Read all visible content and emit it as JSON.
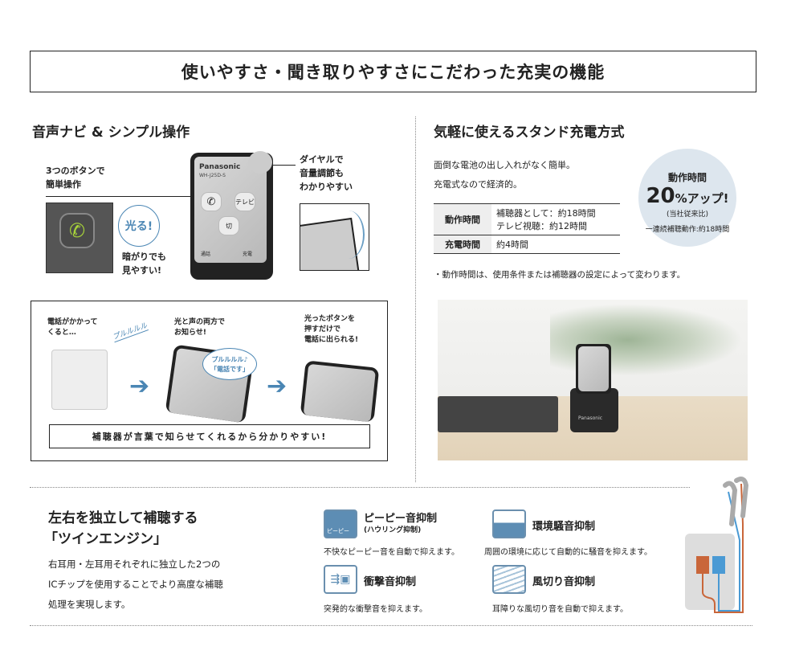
{
  "header": {
    "title": "使いやすさ・聞き取りやすさにこだわった充実の機能"
  },
  "voice_navi": {
    "title": "音声ナビ & シンプル操作",
    "buttons_caption": [
      "3つのボタンで",
      "簡単操作"
    ],
    "glow_bubble": "光る!",
    "dark_caption": [
      "暗がりでも",
      "見やすい!"
    ],
    "dial_caption": [
      "ダイヤルで",
      "音量調節も",
      "わかりやすい"
    ],
    "device": {
      "brand": "Panasonic",
      "model": "WH-J25D-S",
      "btn_tv": "テレビ",
      "btn_off": "切",
      "label_call": "通話",
      "label_charge": "充電"
    },
    "story": {
      "step1": [
        "電話がかかって",
        "くると…"
      ],
      "ring_sound": "プルルルル",
      "step2": [
        "光と声の両方で",
        "お知らせ!"
      ],
      "voice_bubble": [
        "プルルルル♪",
        "「電話です」"
      ],
      "step3": [
        "光ったボタンを",
        "押すだけで",
        "電話に出られる!"
      ],
      "summary": "補聴器が言葉で知らせてくれるから分かりやすい!"
    }
  },
  "charging": {
    "title": "気軽に使えるスタンド充電方式",
    "desc": [
      "面倒な電池の出し入れがなく簡単。",
      "充電式なので経済的。"
    ],
    "table": [
      {
        "label": "動作時間",
        "values": [
          "補聴器として：約18時間",
          "テレビ視聴：約12時間"
        ]
      },
      {
        "label": "充電時間",
        "values": [
          "約4時間"
        ]
      }
    ],
    "note": "・動作時間は、使用条件または補聴器の設定によって変わります。",
    "badge": {
      "line1": "動作時間",
      "big": "20",
      "rest": "%アップ!",
      "line3": "(当社従来比)",
      "line4": "一連続補聴動作:約18時間"
    },
    "photo_brand": "Panasonic"
  },
  "twin_engine": {
    "title1": "左右を独立して補聴する",
    "title2": "「ツインエンジン」",
    "desc": [
      "右耳用・左耳用それぞれに独立した2つの",
      "ICチップを使用することでより高度な補聴",
      "処理を実現します。"
    ]
  },
  "features": [
    {
      "icon": "beep-icon",
      "icon_text": "ピーピー",
      "title": "ピーピー音抑制",
      "subtitle": "(ハウリング抑制)",
      "desc": "不快なピーピー音を自動で抑えます。"
    },
    {
      "icon": "car-noise-icon",
      "title": "環境騒音抑制",
      "desc": "周囲の環境に応じて自動的に騒音を抑えます。"
    },
    {
      "icon": "impact-icon",
      "title": "衝撃音抑制",
      "desc": "突発的な衝撃音を抑えます。"
    },
    {
      "icon": "wind-icon",
      "title": "風切り音抑制",
      "desc": "耳障りな風切り音を自動で抑えます。"
    }
  ],
  "colors": {
    "accent": "#4a86b4",
    "glow": "#a8d43a",
    "orange": "#c9663a"
  }
}
